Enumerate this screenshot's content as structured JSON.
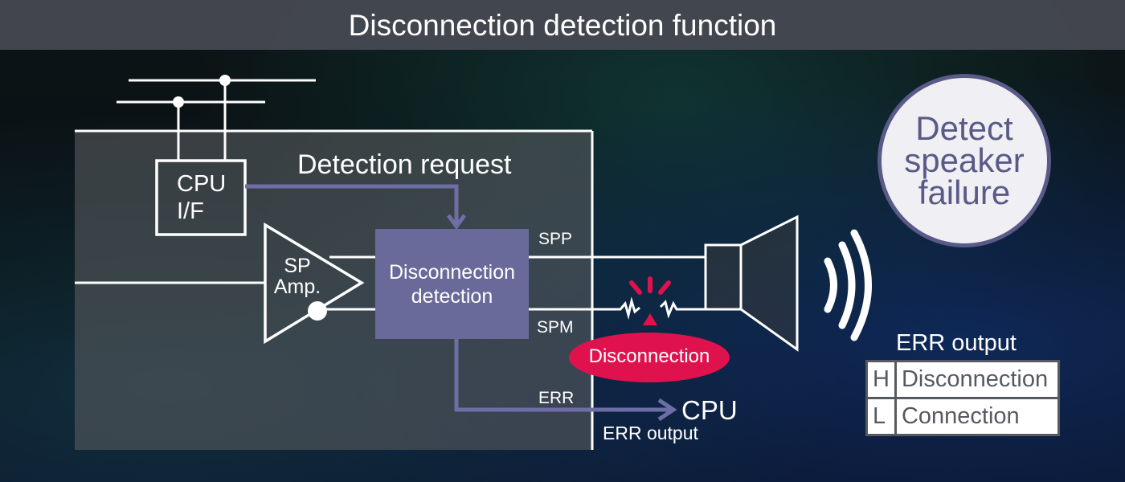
{
  "title": "Disconnection detection function",
  "diagram": {
    "cpu_if": "CPU\nI/F",
    "cpu_if_line1": "CPU",
    "cpu_if_line2": "I/F",
    "detection_request": "Detection request",
    "sp_amp_line1": "SP",
    "sp_amp_line2": "Amp.",
    "detection_line1": "Disconnection",
    "detection_line2": "detection",
    "spp": "SPP",
    "spm": "SPM",
    "err": "ERR",
    "cpu": "CPU",
    "err_output": "ERR output",
    "disconnection_callout": "Disconnection"
  },
  "callout": {
    "line1": "Detect",
    "line2": "speaker",
    "line3": "failure"
  },
  "err_table": {
    "title": "ERR output",
    "rows": [
      {
        "level": "H",
        "meaning": "Disconnection"
      },
      {
        "level": "L",
        "meaning": "Connection"
      }
    ]
  },
  "colors": {
    "accent": "#6a6a9a",
    "alert": "#e0124e",
    "callout_border": "#5a5a88"
  }
}
